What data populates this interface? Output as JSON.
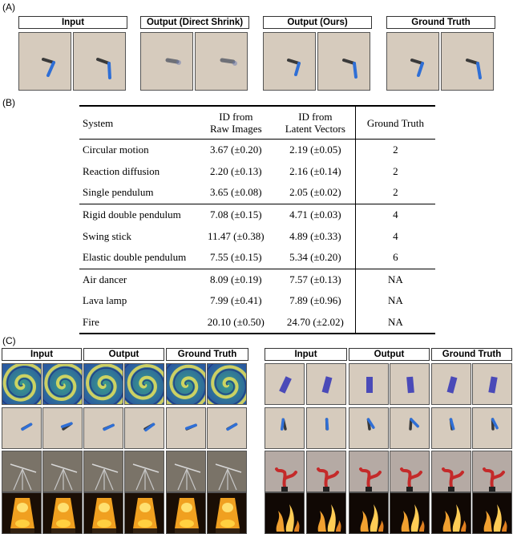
{
  "panel_a": {
    "letter": "(A)",
    "headers": [
      "Input",
      "Output (Direct Shrink)",
      "Output (Ours)",
      "Ground Truth"
    ]
  },
  "panel_b": {
    "letter": "(B)",
    "columns": [
      "System",
      "ID from\nRaw Images",
      "ID from\nLatent Vectors",
      "Ground Truth"
    ],
    "rows": [
      {
        "system": "Circular motion",
        "raw": "3.67 (±0.20)",
        "latent": "2.19 (±0.05)",
        "gt": "2"
      },
      {
        "system": "Reaction diffusion",
        "raw": "2.20 (±0.13)",
        "latent": "2.16 (±0.14)",
        "gt": "2"
      },
      {
        "system": "Single pendulum",
        "raw": "3.65 (±0.08)",
        "latent": "2.05 (±0.02)",
        "gt": "2"
      },
      {
        "system": "Rigid double pendulum",
        "raw": "7.08 (±0.15)",
        "latent": "4.71 (±0.03)",
        "gt": "4"
      },
      {
        "system": "Swing stick",
        "raw": "11.47 (±0.38)",
        "latent": "4.89 (±0.33)",
        "gt": "4"
      },
      {
        "system": "Elastic double pendulum",
        "raw": "7.55 (±0.15)",
        "latent": "5.34 (±0.20)",
        "gt": "6"
      },
      {
        "system": "Air dancer",
        "raw": "8.09 (±0.19)",
        "latent": "7.57 (±0.13)",
        "gt": "NA"
      },
      {
        "system": "Lava lamp",
        "raw": "7.99 (±0.41)",
        "latent": "7.89 (±0.96)",
        "gt": "NA"
      },
      {
        "system": "Fire",
        "raw": "20.10 (±0.50)",
        "latent": "24.70 (±2.02)",
        "gt": "NA"
      }
    ]
  },
  "panel_c": {
    "letter": "(C)",
    "left_headers": [
      "Input",
      "Output",
      "Ground Truth"
    ],
    "right_headers": [
      "Input",
      "Output",
      "Ground Truth"
    ]
  },
  "colors": {
    "background_beige": "#d6cbbd",
    "arm_blue": "#2f6fd6",
    "arm_dark": "#3a3a3a",
    "stick_purple": "#4a4ab8"
  }
}
